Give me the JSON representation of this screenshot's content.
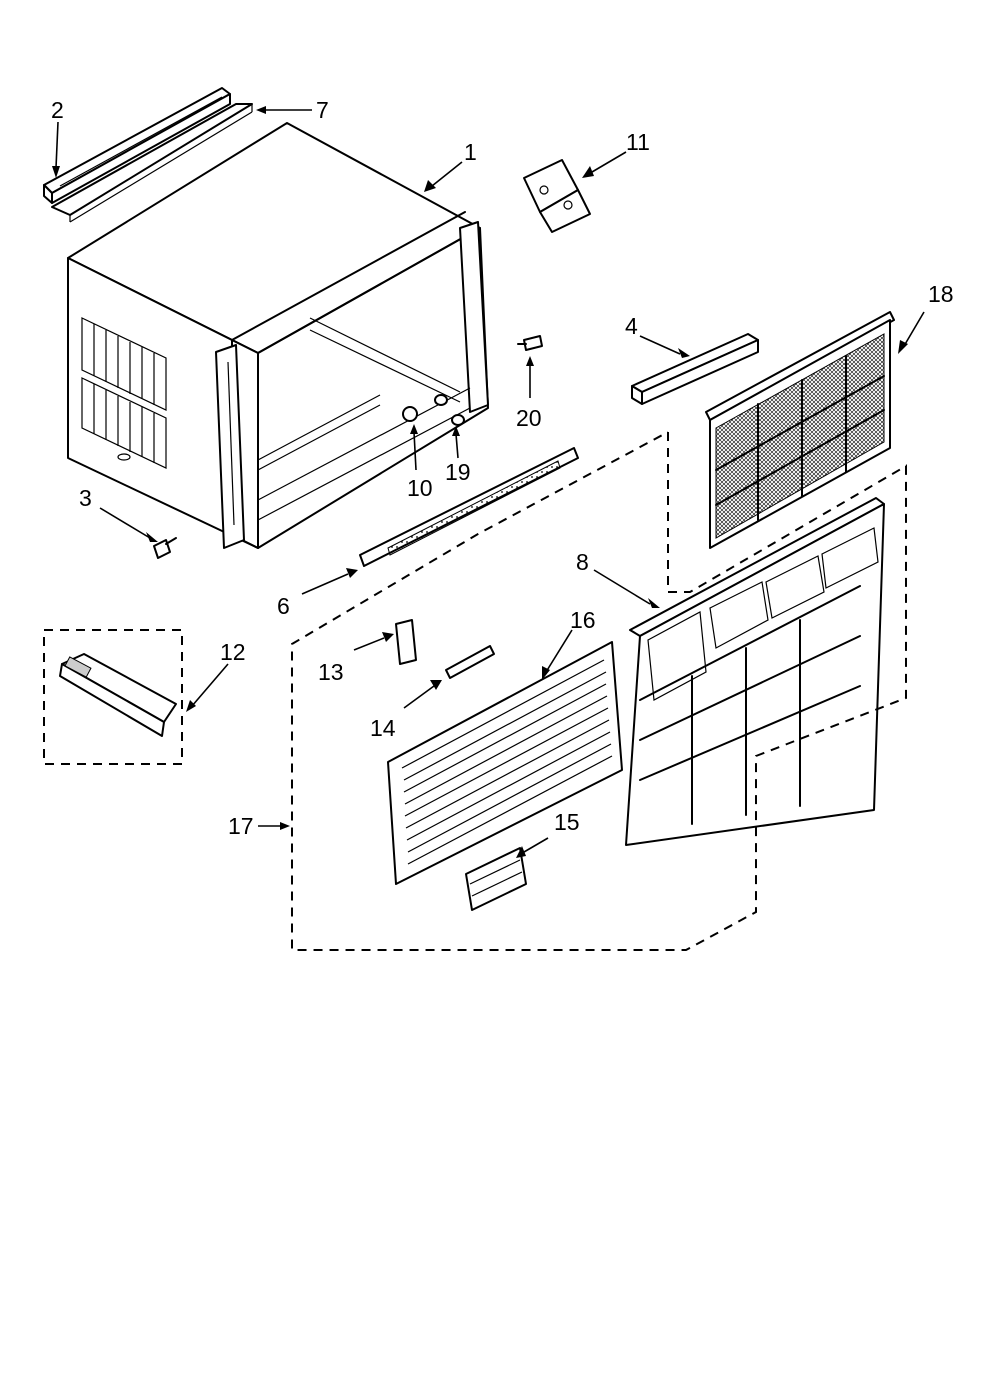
{
  "callouts": {
    "p1": "1",
    "p2": "2",
    "p3": "3",
    "p4": "4",
    "p6": "6",
    "p7": "7",
    "p8": "8",
    "p10": "10",
    "p11": "11",
    "p12": "12",
    "p13": "13",
    "p14": "14",
    "p15": "15",
    "p16": "16",
    "p17": "17",
    "p18": "18",
    "p19": "19",
    "p20": "20"
  }
}
